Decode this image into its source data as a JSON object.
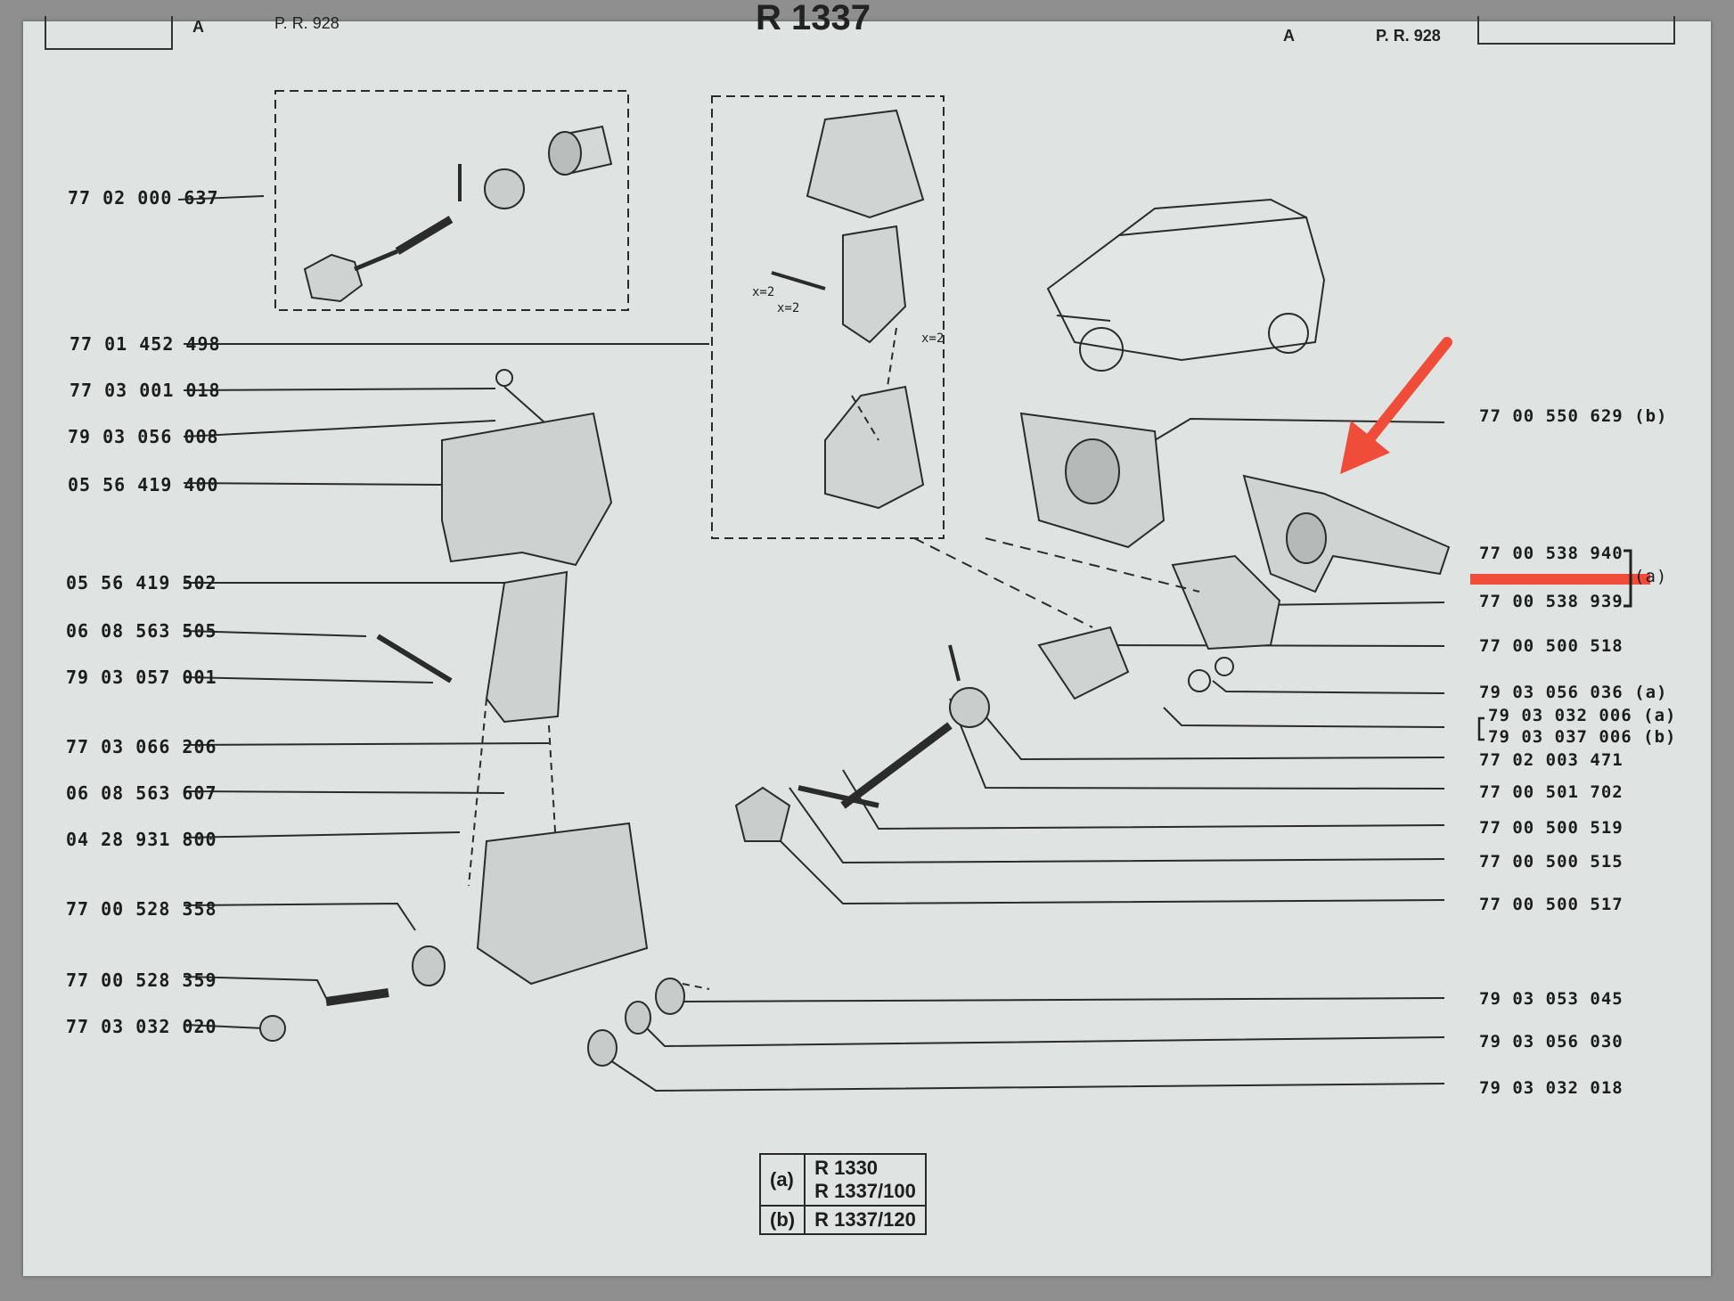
{
  "header": {
    "left_letter": "A",
    "left_ref": "P. R. 928",
    "center_title": "R 1337",
    "right_letter": "A",
    "right_ref": "P. R. 928"
  },
  "left_parts": [
    "77 02 000 637",
    "77 01 452 498",
    "77 03 001 018",
    "79 03 056 008",
    "05 56 419 400",
    "05 56 419 502",
    "06 08 563 505",
    "79 03 057 001",
    "77 03 066 206",
    "06 08 563 607",
    "04 28 931 800",
    "77 00 528 358",
    "77 00 528 359",
    "77 03 032 020"
  ],
  "right_parts": [
    "77 00 550 629 (b)",
    "77 00 538 940",
    "77 00 538 939",
    "77 00 500 518",
    "79 03 056 036 (a)",
    "79 03 032 006 (a)",
    "79 03 037 006 (b)",
    "77 02 003 471",
    "77 00 501 702",
    "77 00 500 519",
    "77 00 500 515",
    "77 00 500 517",
    "79 03 053 045",
    "79 03 056 030",
    "79 03 032 018"
  ],
  "bracket_label": "(a)",
  "qty_labels": [
    "x=2",
    "x=2",
    "x=2"
  ],
  "legend": {
    "a_key": "(a)",
    "a_models": [
      "R 1330",
      "R 1337/100"
    ],
    "b_key": "(b)",
    "b_models": [
      "R 1337/120"
    ]
  },
  "annotation_colors": {
    "arrow": "#ef4d3a",
    "underline": "#ef4d3a"
  }
}
